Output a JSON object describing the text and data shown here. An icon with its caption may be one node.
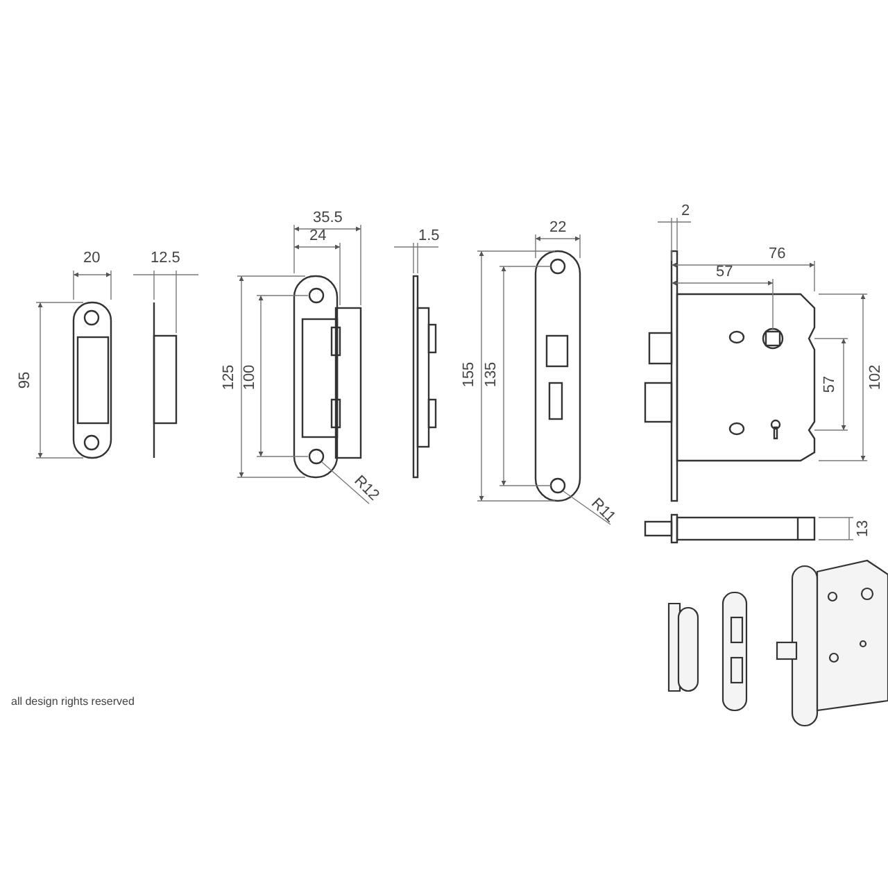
{
  "diagram": {
    "labels": [
      "20",
      "12.5",
      "95",
      "35.5",
      "24",
      "125",
      "100",
      "R12",
      "1.5",
      "22",
      "155",
      "135",
      "R11",
      "76",
      "57",
      "2",
      "102",
      "57",
      "13",
      "all design rights reserved"
    ]
  }
}
